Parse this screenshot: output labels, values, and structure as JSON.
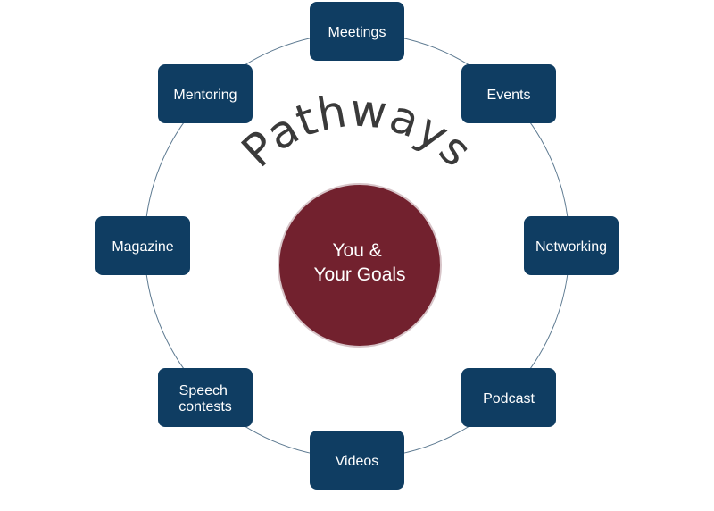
{
  "diagram": {
    "title": "Pathways",
    "center": {
      "line1": "You &",
      "line2": "Your Goals"
    },
    "nodes": [
      {
        "id": "meetings",
        "line1": "Meetings",
        "line2": ""
      },
      {
        "id": "events",
        "line1": "Events",
        "line2": ""
      },
      {
        "id": "networking",
        "line1": "Networking",
        "line2": ""
      },
      {
        "id": "podcast",
        "line1": "Podcast",
        "line2": ""
      },
      {
        "id": "videos",
        "line1": "Videos",
        "line2": ""
      },
      {
        "id": "speech-contests",
        "line1": "Speech",
        "line2": "contests"
      },
      {
        "id": "magazine",
        "line1": "Magazine",
        "line2": ""
      },
      {
        "id": "mentoring",
        "line1": "Mentoring",
        "line2": ""
      }
    ]
  },
  "colors": {
    "node_fill": "#0f3d62",
    "node_text": "#ffffff",
    "center_fill": "#72212e",
    "center_stroke": "#d7c4c8",
    "ring_stroke": "#5c7990",
    "title_fill": "#3a3a3a"
  }
}
